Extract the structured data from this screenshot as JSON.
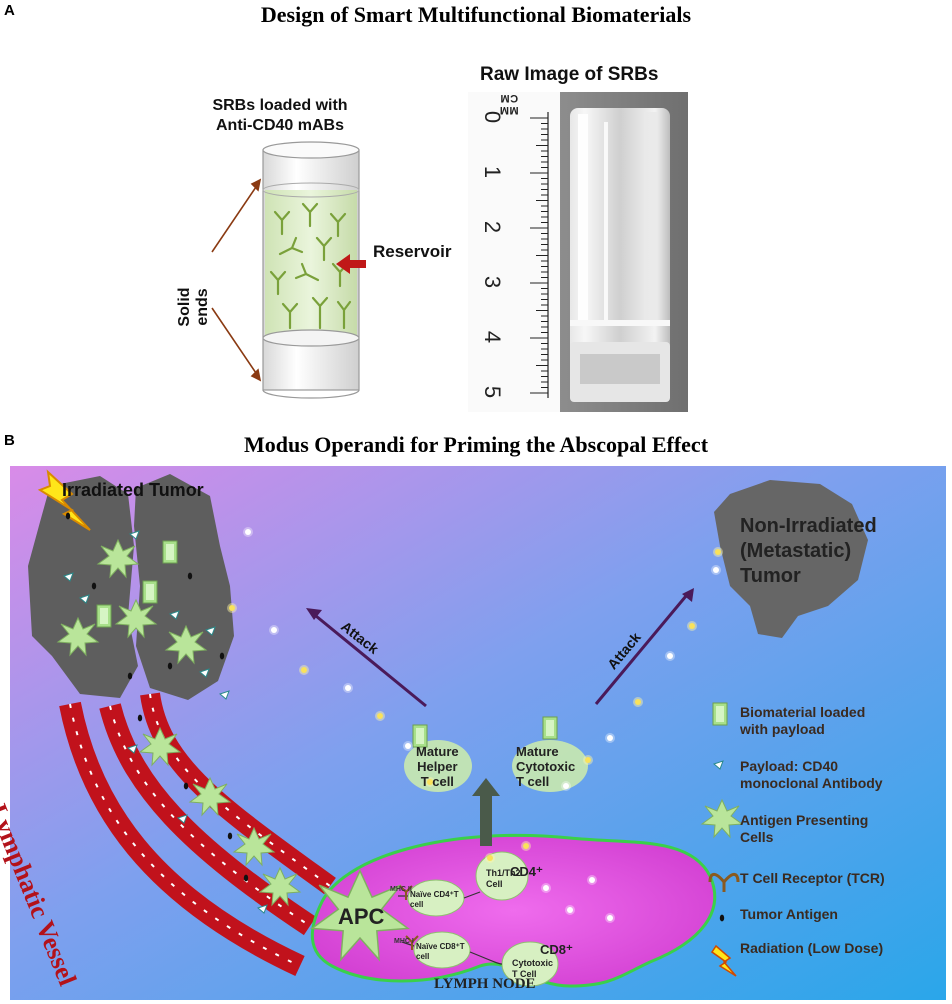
{
  "panel_a": {
    "letter": "A",
    "title": "Design of Smart Multifunctional Biomaterials",
    "srb_label_line1": "SRBs loaded with",
    "srb_label_line2": "Anti-CD40 mABs",
    "solid_ends_line1": "Solid",
    "solid_ends_line2": "ends",
    "reservoir": "Reservoir",
    "raw_image_title": "Raw Image of SRBs",
    "ruler_units": "MM CM",
    "ruler_numbers": [
      "0",
      "1",
      "2",
      "3",
      "4",
      "5"
    ]
  },
  "panel_b": {
    "letter": "B",
    "title": "Modus Operandi for Priming the Abscopal Effect",
    "irradiated_tumor": "Irradiated Tumor",
    "non_irradiated_line1": "Non-Irradiated",
    "non_irradiated_line2": "(Metastatic)",
    "non_irradiated_line3": "Tumor",
    "attack_left": "Attack",
    "attack_right": "Attack",
    "lymphatic_vessel": "Lymphatic Vessel",
    "lymph_node": "LYMPH NODE",
    "apc": "APC",
    "mhc_ii": "MHC II",
    "mhc_i": "MHC I",
    "naive_cd4_line1": "Naïve CD4⁺T",
    "naive_cd4_line2": "cell",
    "naive_cd8_line1": "Naïve CD8⁺T",
    "naive_cd8_line2": "cell",
    "cd4": "CD4⁺",
    "cd8": "CD8⁺",
    "th_line1": "Th1/Th2",
    "th_line2": "Cell",
    "cytotoxic_line1": "Cytotoxic",
    "cytotoxic_line2": "T Cell",
    "mature_helper_line1": "Mature",
    "mature_helper_line2": "Helper",
    "mature_helper_line3": "T cell",
    "mature_cytotoxic_line1": "Mature",
    "mature_cytotoxic_line2": "Cytotoxic",
    "mature_cytotoxic_line3": "T cell",
    "legend": [
      {
        "icon": "biomaterial-icon",
        "line1": "Biomaterial  loaded",
        "line2": "with payload"
      },
      {
        "icon": "payload-antibody-icon",
        "line1": "Payload: CD40",
        "line2": "monoclonal Antibody"
      },
      {
        "icon": "antigen-presenting-cell-icon",
        "line1": "Antigen Presenting",
        "line2": "Cells"
      },
      {
        "icon": "t-cell-receptor-icon",
        "line1": "T Cell Receptor (TCR)",
        "line2": ""
      },
      {
        "icon": "tumor-antigen-icon",
        "line1": "Tumor Antigen",
        "line2": ""
      },
      {
        "icon": "radiation-icon",
        "line1": "Radiation (Low Dose)",
        "line2": ""
      }
    ],
    "colors": {
      "background_top_left": "#d98be8",
      "background_bottom_right": "#2aa6ea",
      "tumor": "#5e5e5e",
      "lymph_node": "#e24fe0",
      "vessel": "#c1121c",
      "apc": "#b9e59a",
      "arrow": "#4a1a5a",
      "legend_text": "#3a2a20"
    }
  }
}
